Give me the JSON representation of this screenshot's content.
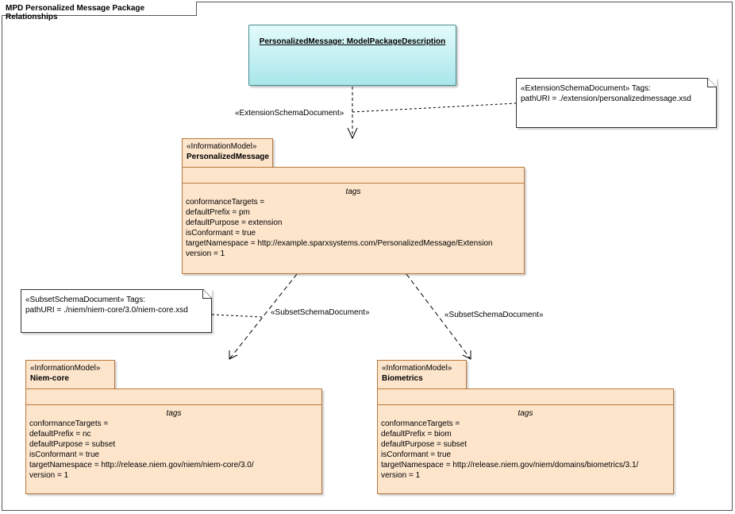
{
  "diagram": {
    "title": "MPD Personalized Message Package Relationships"
  },
  "mpd": {
    "name": "PersonalizedMessage: ModelPackageDescription"
  },
  "packages": {
    "personalized": {
      "stereotype": "«InformationModel»",
      "name": "PersonalizedMessage",
      "tags_header": "tags",
      "tags": [
        "conformanceTargets =",
        "defaultPrefix = pm",
        "defaultPurpose = extension",
        "isConformant = true",
        "targetNamespace = http://example.sparxsystems.com/PersonalizedMessage/Extension",
        "version = 1"
      ]
    },
    "niemcore": {
      "stereotype": "«InformationModel»",
      "name": "Niem-core",
      "tags_header": "tags",
      "tags": [
        "conformanceTargets =",
        "defaultPrefix = nc",
        "defaultPurpose = subset",
        "isConformant = true",
        "targetNamespace = http://release.niem.gov/niem/niem-core/3.0/",
        "version = 1"
      ]
    },
    "biometrics": {
      "stereotype": "«InformationModel»",
      "name": "Biometrics",
      "tags_header": "tags",
      "tags": [
        "conformanceTargets =",
        "defaultPrefix = biom",
        "defaultPurpose = subset",
        "isConformant = true",
        "targetNamespace = http://release.niem.gov/niem/domains/biometrics/3.1/",
        "version = 1"
      ]
    }
  },
  "notes": {
    "extension": {
      "line1": "«ExtensionSchemaDocument» Tags:",
      "line2": "pathURI = ./extension/personalizedmessage.xsd"
    },
    "subset": {
      "line1": "«SubsetSchemaDocument» Tags:",
      "line2": "pathURI = ./niem/niem-core/3.0/niem-core.xsd"
    }
  },
  "connectors": {
    "extension_label": "«ExtensionSchemaDocument»",
    "subset_left_label": "«SubsetSchemaDocument»",
    "subset_right_label": "«SubsetSchemaDocument»"
  },
  "colors": {
    "package_fill": "#fde5cc",
    "package_border": "#b9773b",
    "mpd_fill": "#a8e6ea"
  }
}
